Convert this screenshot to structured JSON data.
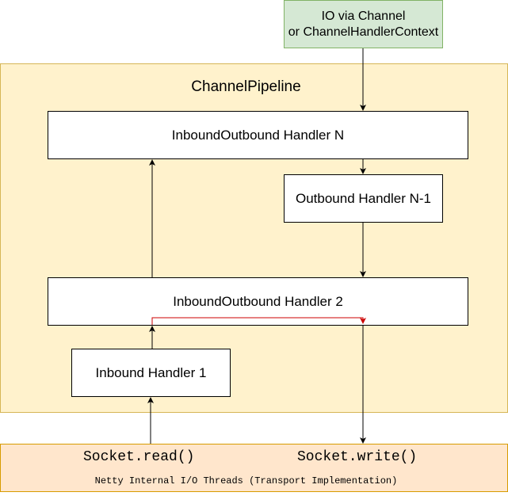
{
  "io_box": {
    "line1": "IO via Channel",
    "line2": "or ChannelHandlerContext"
  },
  "pipeline": {
    "title": "ChannelPipeline"
  },
  "handlers": {
    "inout_n": "InboundOutbound Handler N",
    "outbound_n1": "Outbound Handler N-1",
    "inout_2": "InboundOutbound Handler 2",
    "inbound_1": "Inbound Handler 1"
  },
  "transport": {
    "read": "Socket.read()",
    "write": "Socket.write()",
    "caption": "Netty Internal I/O Threads (Transport Implementation)"
  },
  "colors": {
    "pipeline_fill": "#fff2cc",
    "io_fill": "#d5e8d4",
    "transport_fill": "#ffe6cc",
    "highlight_arrow": "#cc0000"
  }
}
